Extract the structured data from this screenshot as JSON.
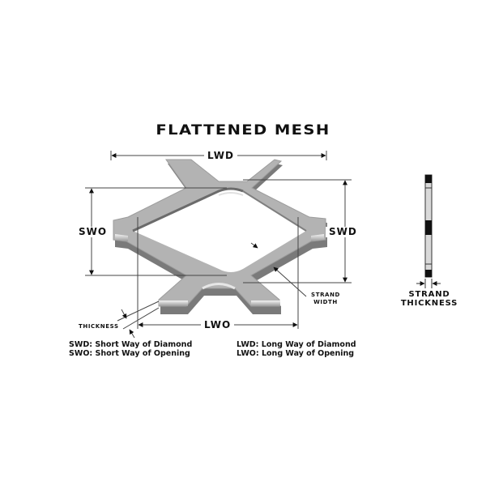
{
  "title": "FLATTENED MESH",
  "dimensions": {
    "lwd": "LWD",
    "lwo": "LWO",
    "swd": "SWD",
    "swo": "SWO",
    "thickness": "THICKNESS",
    "strand_width_line1": "STRAND",
    "strand_width_line2": "WIDTH",
    "strand_thickness_line1": "STRAND",
    "strand_thickness_line2": "THICKNESS"
  },
  "legend": {
    "left": [
      "SWD: Short Way of Diamond",
      "SWO: Short Way of Opening"
    ],
    "right": [
      "LWD: Long Way of Diamond",
      "LWO: Long Way of Opening"
    ]
  },
  "colors": {
    "metal": "#b3b3b3",
    "metal_shadow": "#6e6e6e",
    "metal_edge": "#e6e6e6",
    "line": "#444444",
    "text": "#111111"
  }
}
